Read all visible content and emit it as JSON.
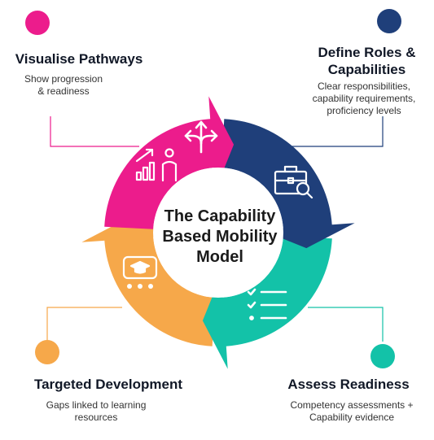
{
  "center_title": "The Capability Based Mobility Model",
  "stages": [
    {
      "title": "Visualise Pathways",
      "description": "Show progression & readiness",
      "color": "#ec1c8c",
      "icon": "growth-chart-person-icon"
    },
    {
      "title": "Define Roles & Capabilities",
      "description": "Clear responsibilities, capability requirements, proficiency levels",
      "color": "#1f3f7a",
      "icon": "briefcase-search-icon"
    },
    {
      "title": "Assess Readiness",
      "description": "Competency assessments + Capability evidence",
      "color": "#13c2a8",
      "icon": "checklist-icon"
    },
    {
      "title": "Targeted Development",
      "description": "Gaps linked to learning resources",
      "color": "#f6a84a",
      "icon": "presentation-board-icon"
    }
  ],
  "extra_icons": [
    "split-arrows-icon"
  ]
}
